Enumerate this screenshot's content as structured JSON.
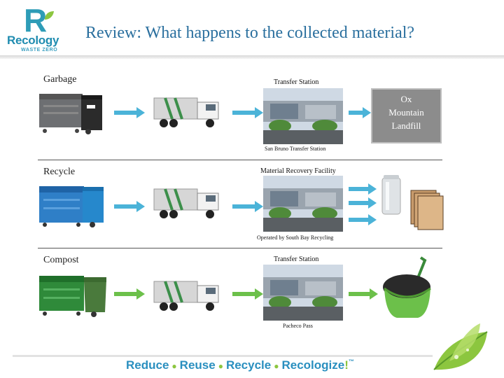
{
  "logo": {
    "letter": "R",
    "wordmark": "Recology",
    "tagline": "WASTE ZERO",
    "color": "#2e9cb7"
  },
  "title": "Review: What happens to the collected material?",
  "rows": [
    {
      "label": "Garbage",
      "station_caption": "Transfer Station",
      "facility_note": "San Bruno Transfer Station",
      "destination_lines": [
        "Ox",
        "Mountain",
        "Landfill"
      ],
      "bin_color": "#6d6f72"
    },
    {
      "label": "Recycle",
      "station_caption": "Material Recovery Facility",
      "facility_note": "Operated by South Bay Recycling",
      "bin_color": "#2f7fc7"
    },
    {
      "label": "Compost",
      "station_caption": "Transfer Station",
      "facility_note": "Pacheco Pass",
      "bin_color": "#2f8a3a"
    }
  ],
  "slogan": {
    "words": [
      "Reduce",
      "Reuse",
      "Recycle",
      "Recologize"
    ],
    "mark": "!",
    "tm": "™"
  },
  "colors": {
    "arrow": "#4bb3d8",
    "compost_arrow": "#6cc04a",
    "title": "#2a6f9e"
  }
}
